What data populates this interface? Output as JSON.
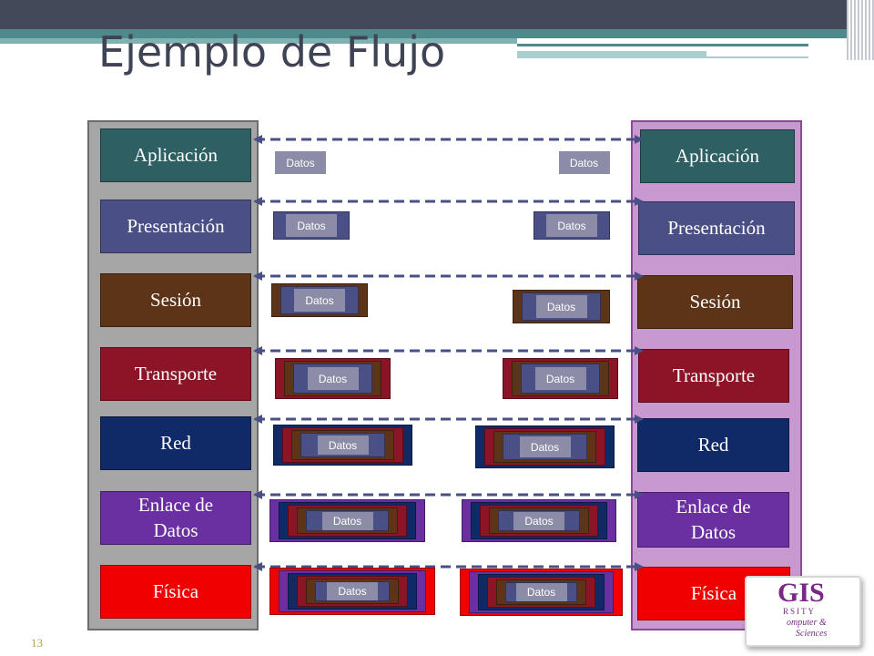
{
  "slide": {
    "title": "Ejemplo de Flujo",
    "page_number": "13"
  },
  "left_stack": [
    {
      "label": "Aplicación",
      "color": "#2e5f62"
    },
    {
      "label": "Presentación",
      "color": "#4a4f85"
    },
    {
      "label": "Sesión",
      "color": "#5e3418"
    },
    {
      "label": "Transporte",
      "color": "#8b1426"
    },
    {
      "label": "Red",
      "color": "#0f2a66"
    },
    {
      "label": "Enlace de Datos",
      "color": "#6a2fa0"
    },
    {
      "label": "Física",
      "color": "#f00000"
    }
  ],
  "right_stack": [
    {
      "label": "Aplicación",
      "color": "#2e5f62"
    },
    {
      "label": "Presentación",
      "color": "#4a4f85"
    },
    {
      "label": "Sesión",
      "color": "#5e3418"
    },
    {
      "label": "Transporte",
      "color": "#8b1426"
    },
    {
      "label": "Red",
      "color": "#0f2a66"
    },
    {
      "label": "Enlace de Datos",
      "color": "#6a2fa0"
    },
    {
      "label": "Física",
      "color": "#f00000"
    }
  ],
  "packets": {
    "label": "Datos",
    "encapsulation_colors": [
      "#8c8ca8",
      "#4a4f85",
      "#5e3418",
      "#8b1426",
      "#0f2a66",
      "#6a2fa0",
      "#f00000"
    ]
  },
  "arrow_color": "#4a4f85",
  "logo": {
    "big": "GIS",
    "line2": "RSITY",
    "line3": "omputer &",
    "line4": "Sciences"
  }
}
